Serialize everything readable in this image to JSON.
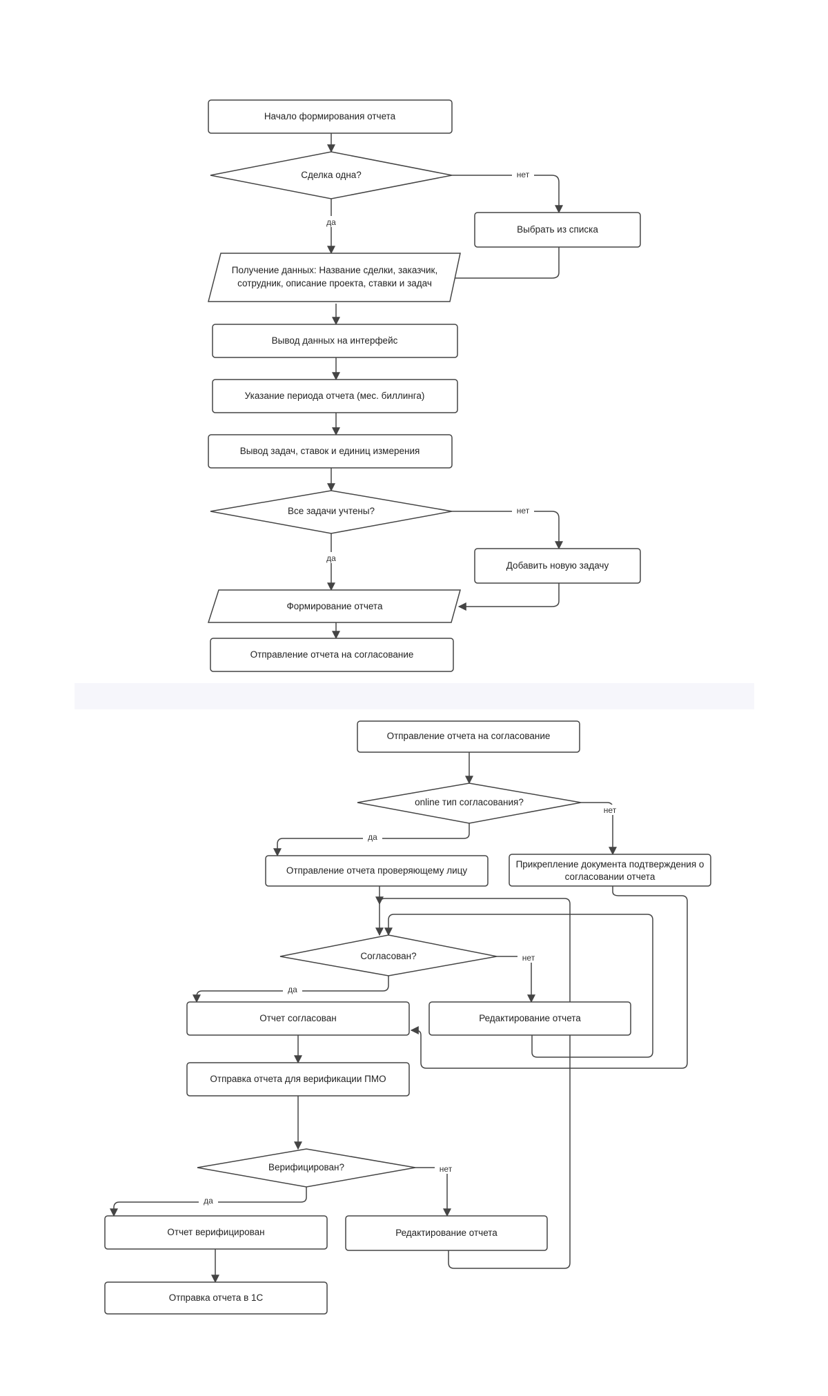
{
  "flow1": {
    "start": "Начало формирования отчета",
    "d1": "Сделка одна?",
    "d1_no": "нет",
    "d1_yes": "да",
    "select": "Выбрать из списка",
    "get_data_1": "Получение  данных: Название сделки, заказчик,",
    "get_data_2": "сотрудник, описание проекта, ставки и задач",
    "output": "Вывод данных на интерфейс",
    "period": "Указание периода отчета (мес. биллинга)",
    "tasks": "Вывод задач, ставок и единиц измерения",
    "d2": "Все задачи учтены?",
    "d2_no": "нет",
    "d2_yes": "да",
    "add_task": "Добавить новую задачу",
    "form": "Формирование отчета",
    "send": "Отправление отчета на согласование"
  },
  "flow2": {
    "start": "Отправление отчета на согласование",
    "d1": "online тип согласования?",
    "d1_no": "нет",
    "d1_yes": "да",
    "reviewer": "Отправление отчета проверяющему лицу",
    "attach_1": "Прикрепление документа подтверждения о",
    "attach_2": "согласовании отчета",
    "d2": "Согласован?",
    "d2_no": "нет",
    "d2_yes": "да",
    "approved": "Отчет согласован",
    "edit1": "Редактирование отчета",
    "pmo": "Отправка отчета для верификации ПМО",
    "d3": "Верифицирован?",
    "d3_no": "нет",
    "d3_yes": "да",
    "verified": "Отчет верифицирован",
    "edit2": "Редактирование отчета",
    "to1c": "Отправка отчета в 1С"
  }
}
